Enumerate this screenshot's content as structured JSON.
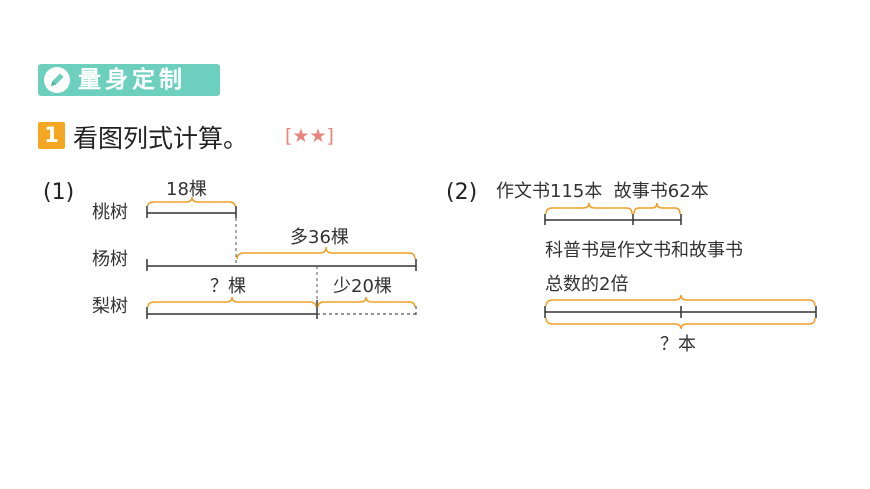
{
  "header": {
    "section_title": "量身定制",
    "icon": "pencil-icon",
    "accent_color": "#6dcfbd"
  },
  "question": {
    "number": "1",
    "prompt": "看图列式计算。",
    "difficulty": "[★★]",
    "number_color": "#f5a623",
    "difficulty_color": "#e8837b"
  },
  "part1": {
    "label": "(1)",
    "rows": [
      "桃树",
      "杨树",
      "梨树"
    ],
    "peach_value": "18棵",
    "poplar_more": "多36棵",
    "pear_unknown": "？棵",
    "pear_less": "少20棵"
  },
  "part2": {
    "label": "(2)",
    "top_text": "作文书115本  故事书62本",
    "desc_line1": "科普书是作文书和故事书",
    "desc_line2": "总数的2倍",
    "unknown": "？本",
    "brace_color": "#f0a028"
  }
}
